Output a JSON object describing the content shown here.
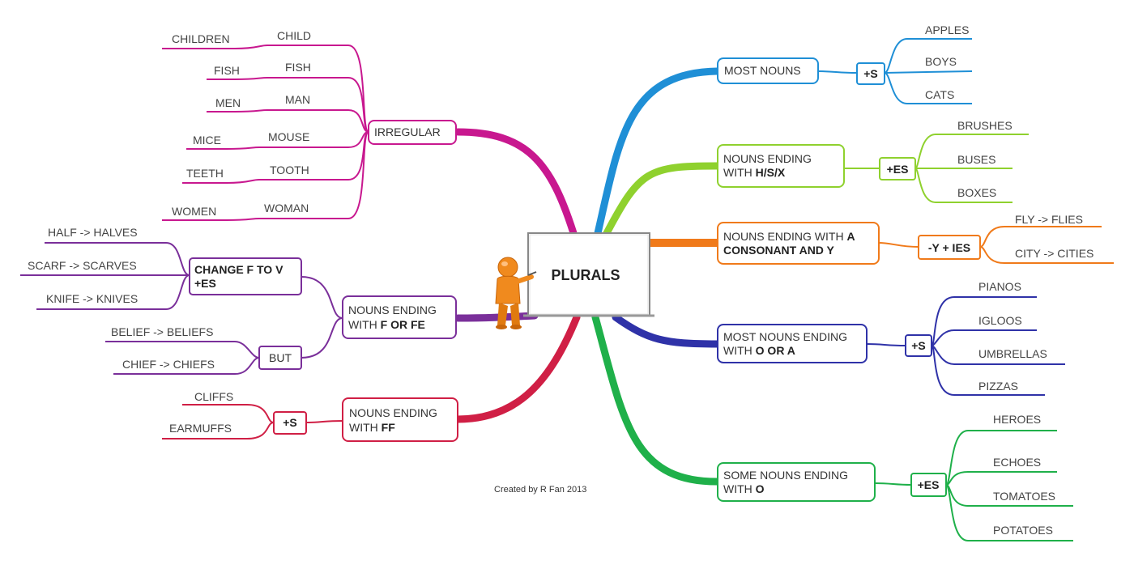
{
  "central": {
    "title": "PLURALS",
    "illustration": "orange-presenter-figure"
  },
  "credit": "Created by R Fan 2013",
  "colors": {
    "most_nouns": "#1f8fd6",
    "hsx": "#8fd12e",
    "consonant_y": "#f07a1a",
    "o_or_a": "#2f32a8",
    "some_o": "#1fb04a",
    "ff": "#d01f45",
    "f_or_fe": "#7a2f9a",
    "irregular": "#c8188f"
  },
  "branches": {
    "most_nouns": {
      "label": "MOST NOUNS",
      "rule": "+S",
      "examples": [
        "APPLES",
        "BOYS",
        "CATS"
      ]
    },
    "hsx": {
      "label_line1": "NOUNS ENDING",
      "label_line2_prefix": "WITH ",
      "label_line2_bold": "H/S/X",
      "rule": "+ES",
      "examples": [
        "BRUSHES",
        "BUSES",
        "BOXES"
      ]
    },
    "consonant_y": {
      "label_line1_prefix": "NOUNS ENDING WITH ",
      "label_line1_bold": "A",
      "label_line2_bold": "CONSONANT AND Y",
      "rule": "-Y + IES",
      "examples": [
        "FLY -> FLIES",
        "CITY -> CITIES"
      ]
    },
    "o_or_a": {
      "label_line1": "MOST NOUNS ENDING",
      "label_line2_prefix": "WITH ",
      "label_line2_bold": "O OR A",
      "rule": "+S",
      "examples": [
        "PIANOS",
        "IGLOOS",
        "UMBRELLAS",
        "PIZZAS"
      ]
    },
    "some_o": {
      "label_line1": "SOME NOUNS ENDING",
      "label_line2_prefix": "WITH ",
      "label_line2_bold": "O",
      "rule": "+ES",
      "examples": [
        "HEROES",
        "ECHOES",
        "TOMATOES",
        "POTATOES"
      ]
    },
    "ff": {
      "label_line1": "NOUNS ENDING",
      "label_line2_prefix": "WITH ",
      "label_line2_bold": "FF",
      "rule": "+S",
      "examples": [
        "CLIFFS",
        "EARMUFFS"
      ]
    },
    "f_or_fe": {
      "label_line1": "NOUNS ENDING",
      "label_line2_prefix": "WITH ",
      "label_line2_bold": "F OR FE",
      "rule_line1": "CHANGE F TO V",
      "rule_line2": "+ES",
      "examples": [
        "HALF -> HALVES",
        "SCARF -> SCARVES",
        "KNIFE -> KNIVES"
      ],
      "exception_label": "BUT",
      "exceptions": [
        "BELIEF -> BELIEFS",
        "CHIEF -> CHIEFS"
      ]
    },
    "irregular": {
      "label": "IRREGULAR",
      "pairs": [
        {
          "singular": "CHILD",
          "plural": "CHILDREN"
        },
        {
          "singular": "FISH",
          "plural": "FISH"
        },
        {
          "singular": "MAN",
          "plural": "MEN"
        },
        {
          "singular": "MOUSE",
          "plural": "MICE"
        },
        {
          "singular": "TOOTH",
          "plural": "TEETH"
        },
        {
          "singular": "WOMAN",
          "plural": "WOMEN"
        }
      ]
    }
  }
}
